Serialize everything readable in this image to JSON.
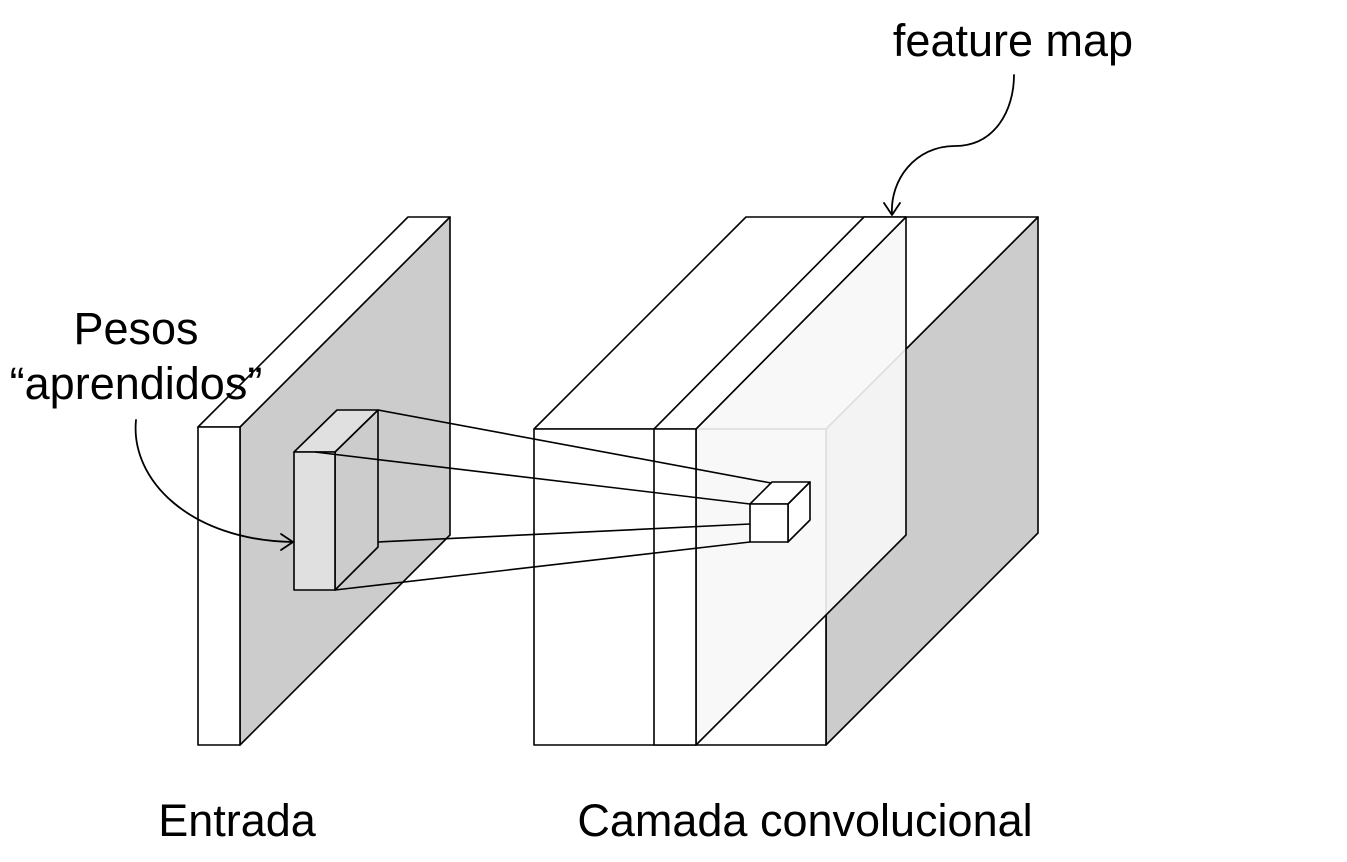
{
  "labels": {
    "input": "Entrada",
    "conv_layer": "Camada convolucional",
    "feature_map": "feature map",
    "weights_line1": "Pesos",
    "weights_line2": "“aprendidos”"
  },
  "colors": {
    "background": "#ffffff",
    "stroke": "#000000",
    "side_face": "#cccccc",
    "kernel_face": "#e0e0e0",
    "feature_map_face": "#f7f7f7"
  }
}
